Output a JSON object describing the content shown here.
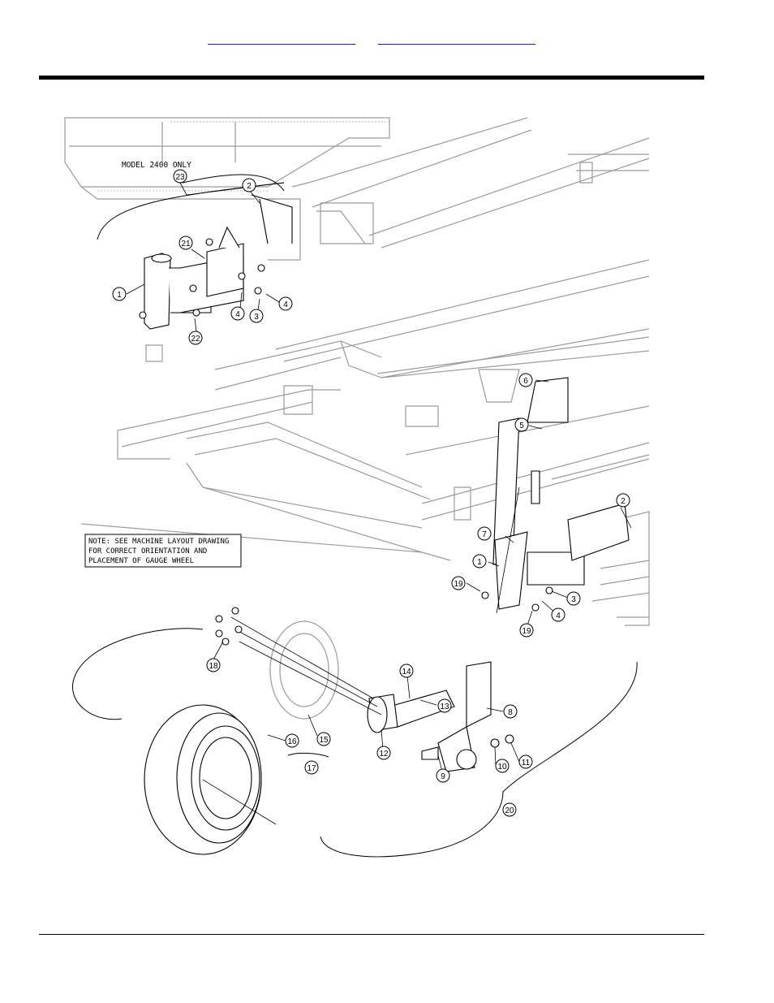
{
  "header": {
    "links": [
      {
        "label": ""
      },
      {
        "label": ""
      }
    ]
  },
  "drawing": {
    "model_note": "MODEL 2400 ONLY",
    "note_lines": [
      "NOTE: SEE MACHINE LAYOUT DRAWING",
      "FOR CORRECT ORIENTATION AND",
      "PLACEMENT OF GAUGE WHEEL"
    ],
    "callouts": [
      "1",
      "2",
      "3",
      "4",
      "5",
      "6",
      "7",
      "8",
      "9",
      "10",
      "11",
      "12",
      "13",
      "14",
      "15",
      "16",
      "17",
      "18",
      "19",
      "20",
      "21",
      "22",
      "23"
    ]
  }
}
